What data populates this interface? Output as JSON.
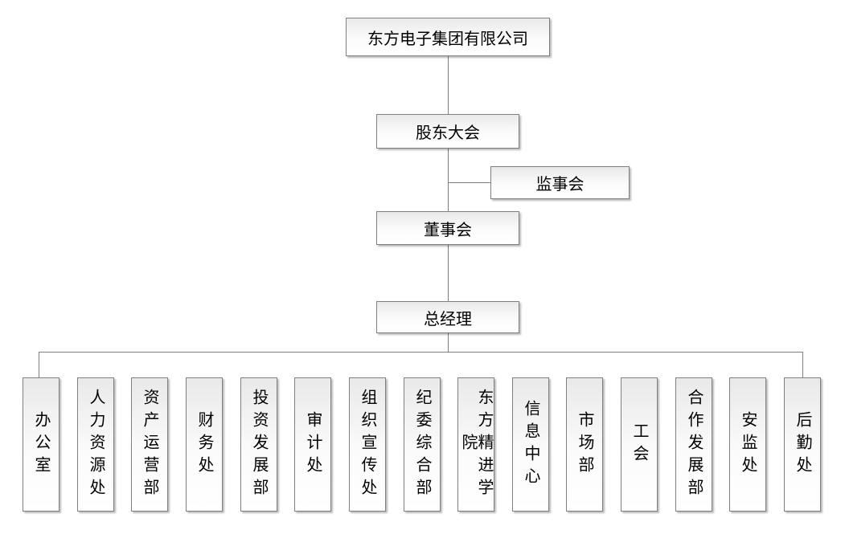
{
  "org": {
    "company": "东方电子集团有限公司",
    "shareholders_meeting": "股东大会",
    "supervisory_board": "监事会",
    "board_of_directors": "董事会",
    "general_manager": "总经理",
    "departments": [
      "办公室",
      "人力资源处",
      "资产运营部",
      "财务处",
      "投资发展部",
      "审计处",
      "组织宣传处",
      "纪委综合部",
      "东方精进学院",
      "信息中心",
      "市场部",
      "工会",
      "合作发展部",
      "安监处",
      "后勤处"
    ]
  },
  "colors": {
    "background": "#ffffff",
    "box_border": "#808080",
    "box_fill_top": "#e9e9e9",
    "box_fill_bottom": "#ffffff",
    "connector": "#7f7f7f",
    "text": "#000000"
  }
}
